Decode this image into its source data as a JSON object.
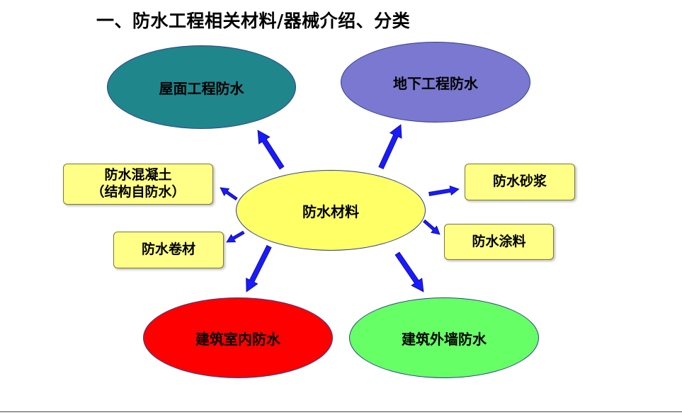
{
  "title": "一、防水工程相关材料/器械介绍、分类",
  "center": {
    "label": "防水材料",
    "color": "#ffff66"
  },
  "categories": [
    {
      "id": "roof",
      "label": "屋面工程防水",
      "color": "#1f868c"
    },
    {
      "id": "underground",
      "label": "地下工程防水",
      "color": "#7a78d0"
    },
    {
      "id": "indoor",
      "label": "建筑室内防水",
      "color": "#ff0000"
    },
    {
      "id": "wall",
      "label": "建筑外墙防水",
      "color": "#66ff66"
    }
  ],
  "materials": [
    {
      "id": "concrete",
      "line1": "防水混凝土",
      "line2": "（结构自防水）"
    },
    {
      "id": "membrane",
      "line1": "防水卷材"
    },
    {
      "id": "mortar",
      "line1": "防水砂浆"
    },
    {
      "id": "coating",
      "line1": "防水涂料"
    }
  ],
  "arrow_color": "#1a1aff"
}
